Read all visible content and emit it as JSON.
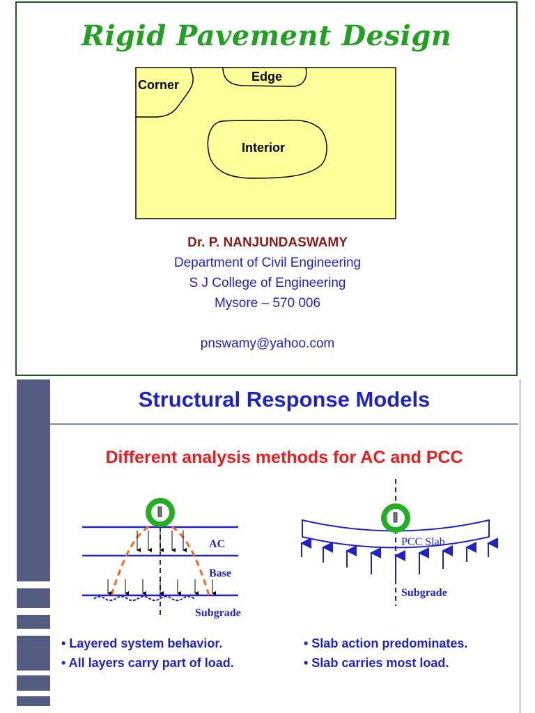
{
  "slide1": {
    "title": "Rigid Pavement Design",
    "diagram": {
      "regions": [
        {
          "label": "Corner"
        },
        {
          "label": "Edge"
        },
        {
          "label": "Interior"
        }
      ],
      "fill": "#ffff99"
    },
    "author": {
      "name": "Dr. P. NANJUNDASWAMY",
      "department": "Department of Civil Engineering",
      "college": "S J College of Engineering",
      "city": "Mysore – 570 006",
      "email": "pnswamy@yahoo.com"
    }
  },
  "slide2": {
    "title": "Structural Response Models",
    "subtitle": "Different analysis methods for AC and PCC",
    "left_diagram": {
      "layers": [
        "AC",
        "Base",
        "Subgrade"
      ]
    },
    "right_diagram": {
      "slab_label": "PCC Slab",
      "subgrade_label": "Subgrade"
    },
    "bullets_left": [
      "• Layered system behavior.",
      "• All layers carry part of load."
    ],
    "bullets_right": [
      "• Slab action predominates.",
      "• Slab carries most load."
    ]
  },
  "colors": {
    "title_green": "#22a022",
    "name_red": "#8b1a1a",
    "link_blue": "#1f1fc8",
    "heading_blue": "#1f22c4",
    "subtitle_red": "#ee1c1c",
    "sidebar": "#525c80",
    "load_green": "#22b022",
    "stress_orange": "#f06a1a"
  }
}
